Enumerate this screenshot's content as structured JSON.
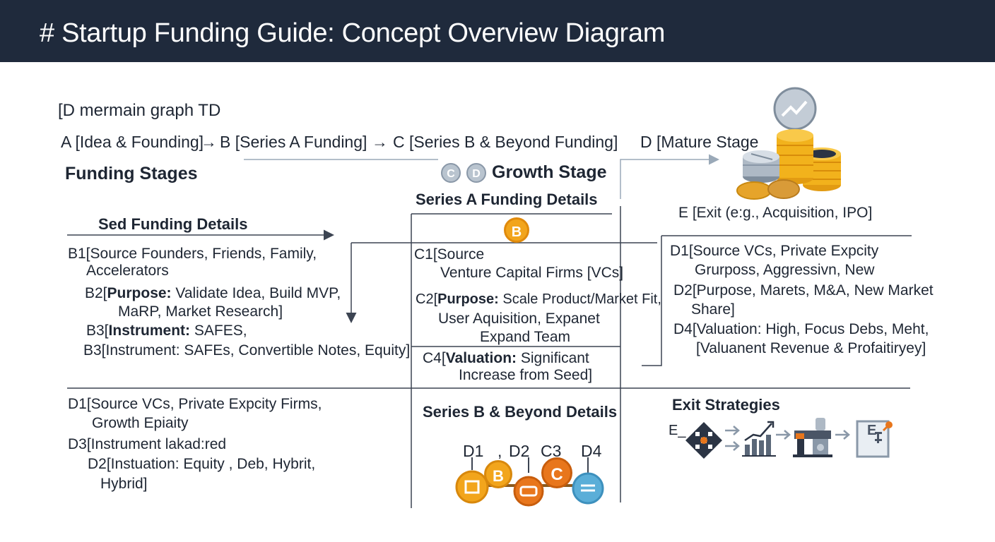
{
  "header": {
    "title": "# Startup Funding Guide: Concept Overview Diagram"
  },
  "graph_decl": "[D mermain graph TD",
  "flow": {
    "a": "A [Idea & Founding]",
    "b": "B [Series A Funding]",
    "c": "C [Series B & Beyond Funding]",
    "d": "D [Mature Stage",
    "arrow": "→"
  },
  "funding_stages": "Funding Stages",
  "growth_stage": {
    "label": "Growth Stage",
    "badge_c": "C",
    "badge_d": "D"
  },
  "exit_node": "E [Exit (e:g., Acquisition, IPO]",
  "seed": {
    "title": "Sed Funding Details",
    "b1_line1": "B1[Source Founders, Friends, Family,",
    "b1_line2": "Accelerators",
    "b2_prefix": "B2[",
    "b2_bold": "Purpose:",
    "b2_line1_rest": " Validate Idea, Build MVP,",
    "b2_line2": "MaRP, Market Research]",
    "b3a_prefix": "B3[",
    "b3a_bold": "Instrument:",
    "b3a_rest": " SAFES,",
    "b3b": "B3[Instrument: SAFEs, Convertible Notes, Equity]"
  },
  "series_a": {
    "title": "Series A Funding Details",
    "badge": "B",
    "c1_line1": "C1[Source",
    "c1_line2": "Venture Capital Firms [VCs]",
    "c2_prefix": "C2[",
    "c2_bold": "Purpose:",
    "c2_rest": " Scale Product/Market Fit,",
    "c2_line2": "User Aquisition, Expanet",
    "c2_line3": "Expand Team",
    "c4_prefix": "C4[",
    "c4_bold": "Valuation:",
    "c4_rest": " Significant",
    "c4_line2": "Increase from Seed]"
  },
  "mature": {
    "d1_line1": "D1[Source VCs, Private Expcity",
    "d1_line2": "Grurposs, Aggressivn, New",
    "d2_line1": "D2[Purpose, Marets, M&A, New Market",
    "d2_line2": "Share]",
    "d4_line1": "D4[Valuation: High, Focus Debs, Meht,",
    "d4_line2": "[Valuanent Revenue & Profaitiryey]"
  },
  "bottom_left": {
    "d1_line1": "D1[Source VCs, Private Expcity Firms,",
    "d1_line2": "Growth Epiaity",
    "d3": "D3[Instrument lakad:red",
    "d2_line1": "D2[Instuation: Equity , Deb, Hybrit,",
    "d2_line2": "Hybrid]"
  },
  "series_b": {
    "title": "Series B & Beyond Details",
    "d1": "D1",
    "d2": "D2",
    "d3": "C3",
    "d4": "D4",
    "comma": ",",
    "coin_b": "B",
    "coin_c": "C"
  },
  "exit": {
    "title": "Exit Strategies",
    "e_label": "E_",
    "doc_label": "E"
  },
  "colors": {
    "header_bg": "#1f2a3c",
    "coin_gold": "#f2a51c",
    "coin_orange": "#e8761c",
    "coin_blue": "#5aaed8",
    "line_dark": "#3c4452",
    "line_light": "#9aa9b8"
  },
  "icons": [
    "coin-stack-chart-icon",
    "recycle-arrows-icon",
    "bar-chart-up-icon",
    "machine-icon",
    "document-icon"
  ]
}
